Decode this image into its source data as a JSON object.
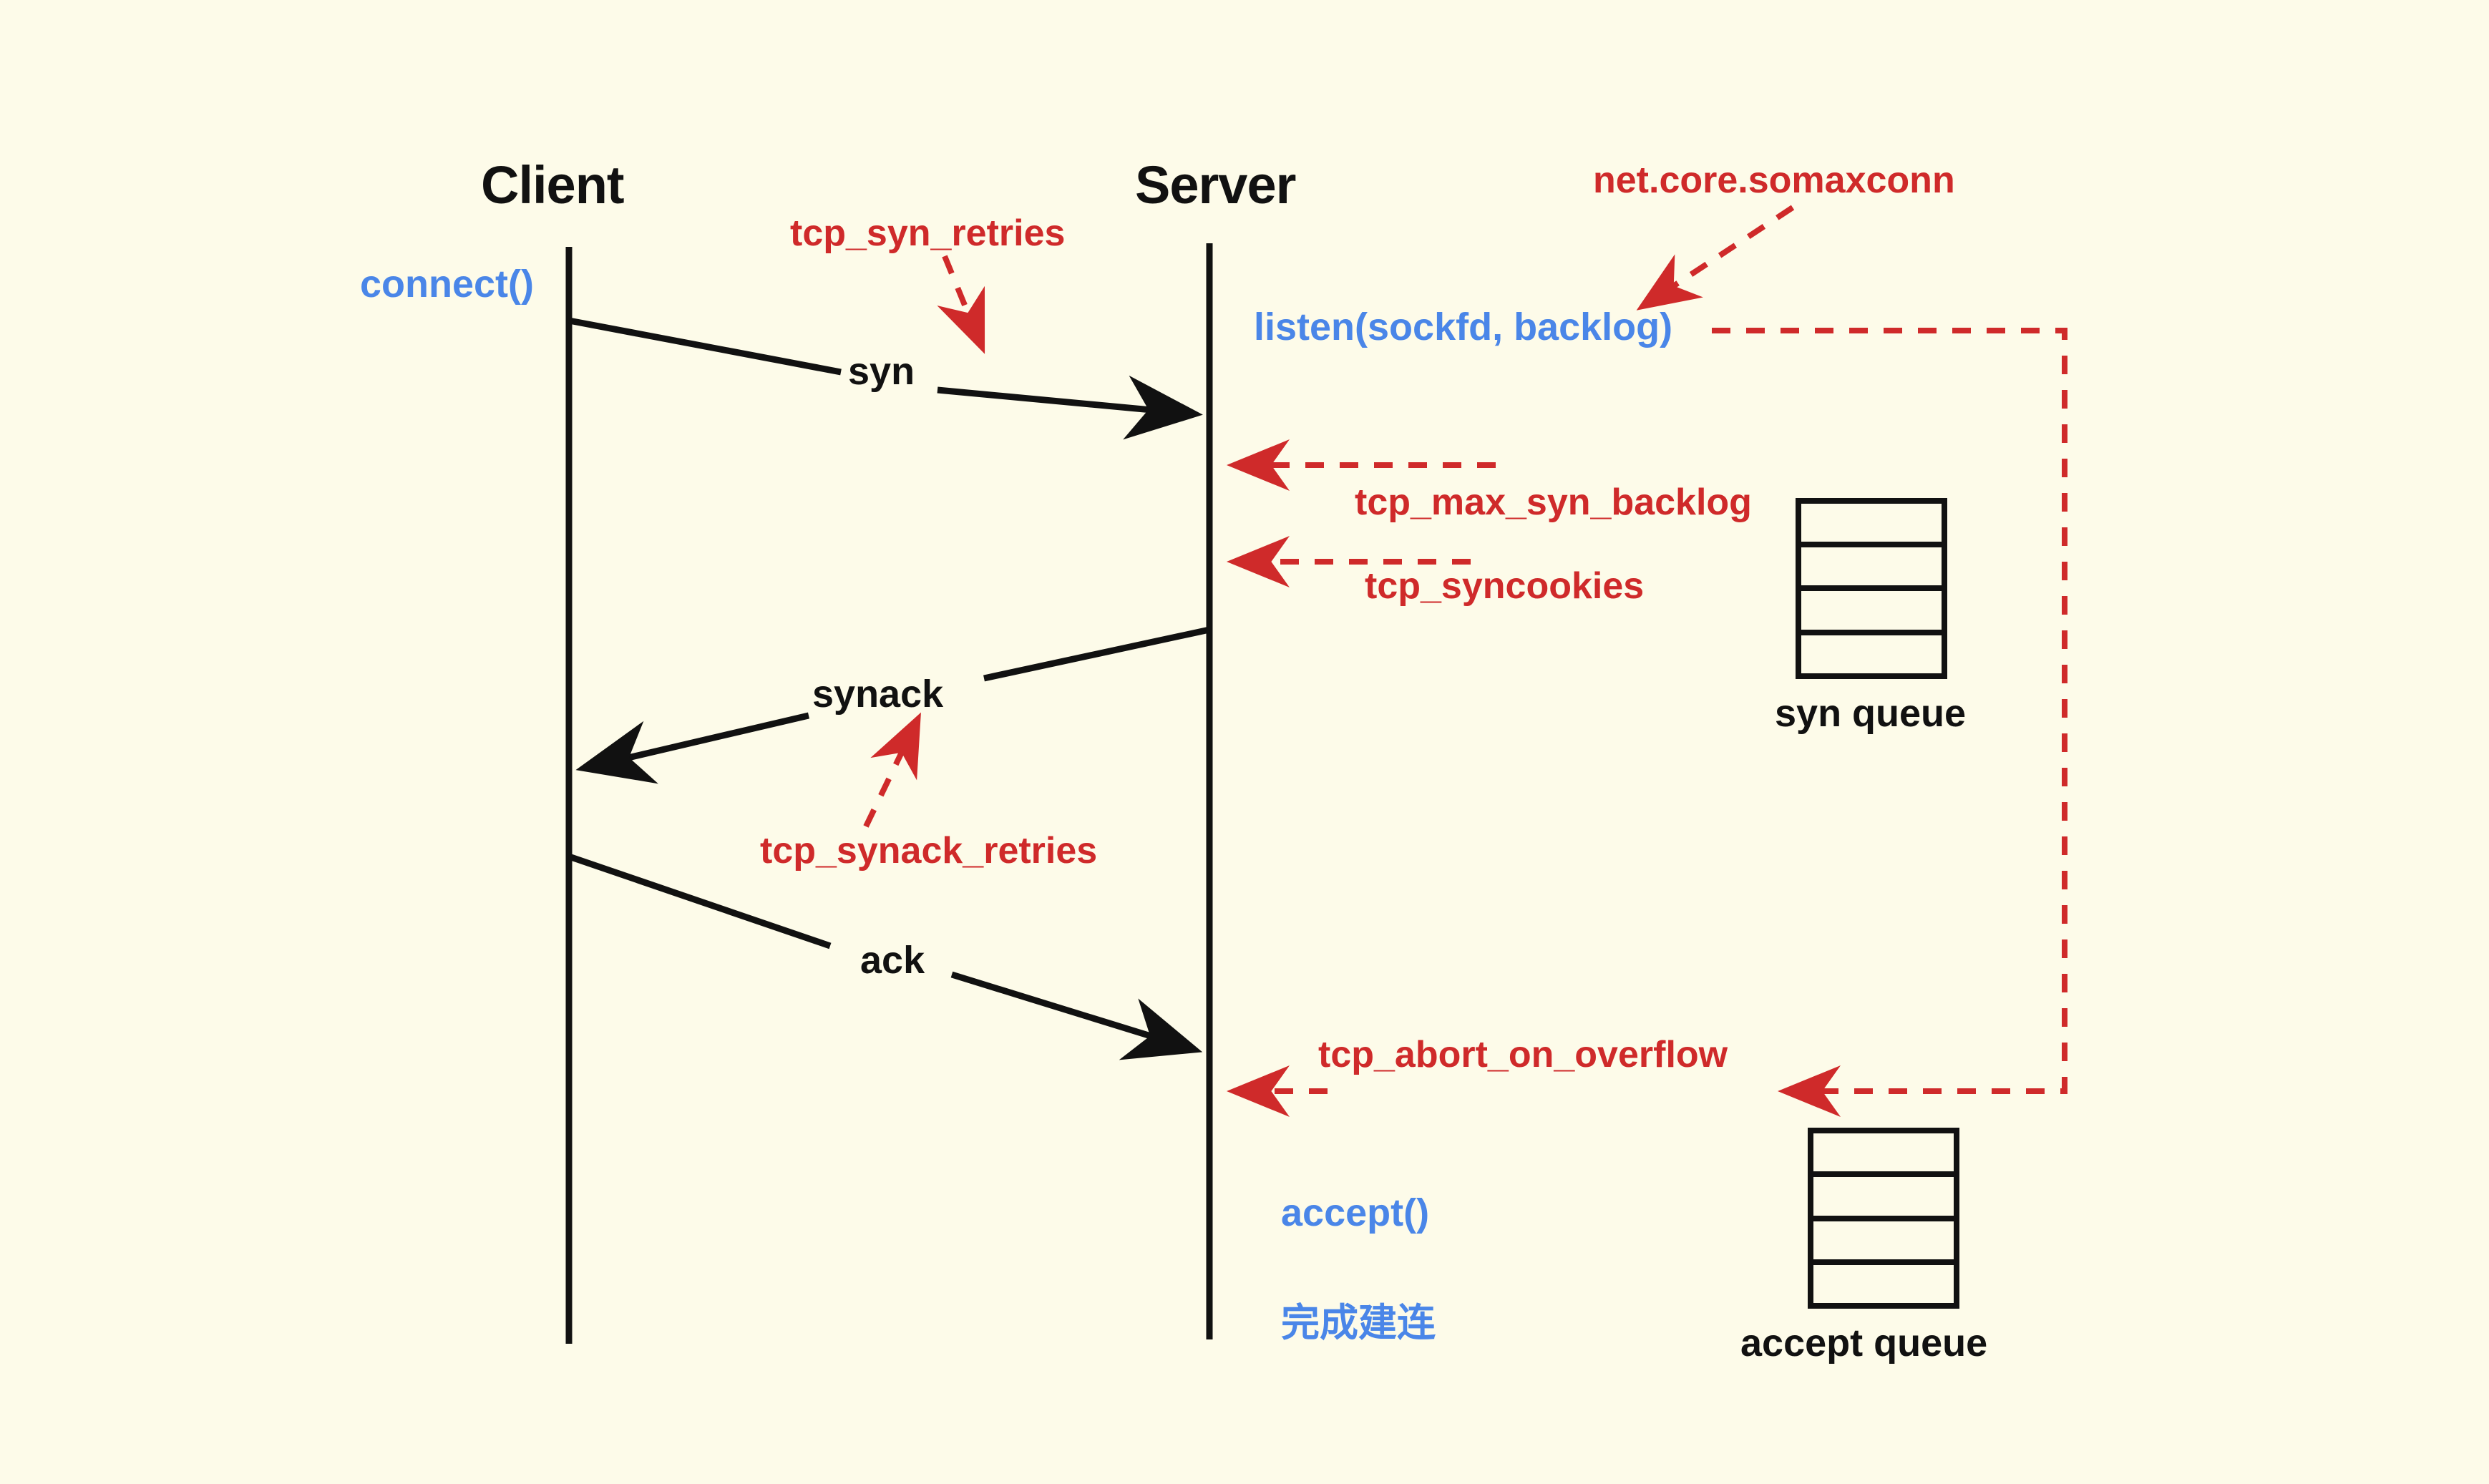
{
  "diagram": {
    "title": "TCP three-way handshake with syn queue and accept queue",
    "background_color": "#fdfbe9",
    "colors": {
      "ink": "#111111",
      "sysctl_red": "#cf2a2a",
      "api_blue": "#4a86e8"
    }
  },
  "actors": [
    {
      "name": "client",
      "label": "Client"
    },
    {
      "name": "server",
      "label": "Server"
    }
  ],
  "messages": [
    {
      "name": "syn",
      "label": "syn",
      "direction": "client-to-server"
    },
    {
      "name": "synack",
      "label": "synack",
      "direction": "server-to-client"
    },
    {
      "name": "ack",
      "label": "ack",
      "direction": "client-to-server"
    }
  ],
  "api_calls": [
    {
      "name": "connect",
      "label": "connect()",
      "side": "client"
    },
    {
      "name": "listen",
      "label": "listen(sockfd, backlog)",
      "side": "server"
    },
    {
      "name": "accept",
      "label": "accept()",
      "side": "server"
    },
    {
      "name": "established",
      "label": "完成建连",
      "side": "server"
    }
  ],
  "sysctl_annotations": [
    {
      "name": "tcp-syn-retries",
      "label": "tcp_syn_retries",
      "points_to": "syn message"
    },
    {
      "name": "net-core-somaxconn",
      "label": "net.core.somaxconn",
      "points_to": "listen(sockfd, backlog)"
    },
    {
      "name": "tcp-max-syn-backlog",
      "label": "tcp_max_syn_backlog",
      "points_to": "server lifeline"
    },
    {
      "name": "tcp-syncookies",
      "label": "tcp_syncookies",
      "points_to": "server lifeline"
    },
    {
      "name": "tcp-synack-retries",
      "label": "tcp_synack_retries",
      "points_to": "synack message"
    },
    {
      "name": "tcp-abort-on-overflow",
      "label": "tcp_abort_on_overflow",
      "points_to": "server lifeline"
    }
  ],
  "queues": [
    {
      "name": "syn-queue",
      "label": "syn queue",
      "slots": 4
    },
    {
      "name": "accept-queue",
      "label": "accept queue",
      "slots": 4
    }
  ]
}
